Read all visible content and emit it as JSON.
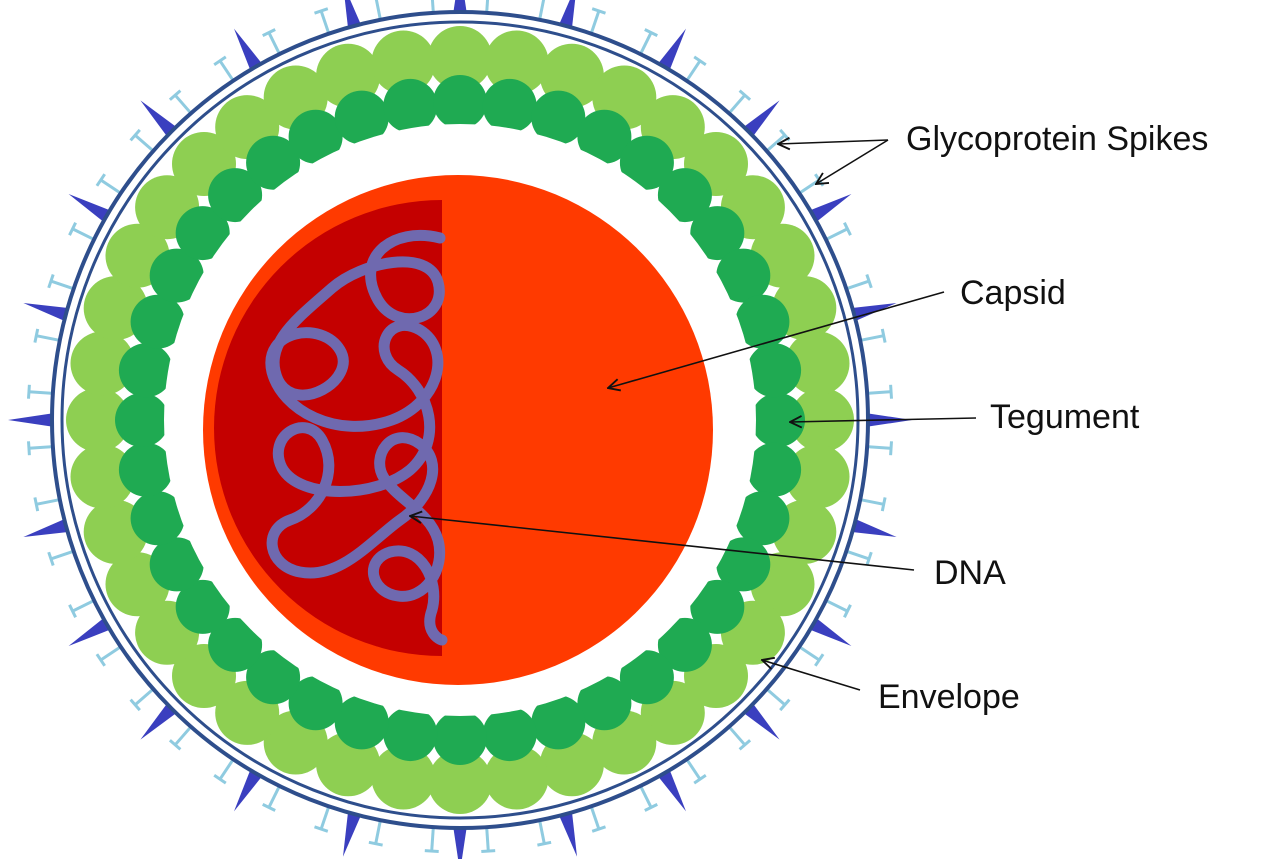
{
  "labels": {
    "glycoprotein_spikes": "Glycoprotein Spikes",
    "capsid": "Capsid",
    "tegument": "Tegument",
    "dna": "DNA",
    "envelope": "Envelope"
  },
  "colors": {
    "background": "#ffffff",
    "envelope_line": "#2e4e8c",
    "spike_large": "#3a3fbf",
    "spike_small": "#8fcbe0",
    "tegument_outer": "#8ecf52",
    "tegument_inner": "#1faa52",
    "capsid_light": "#ff3a00",
    "capsid_dark": "#c40000",
    "dna": "#6a6fb8",
    "arrow": "#111111"
  }
}
